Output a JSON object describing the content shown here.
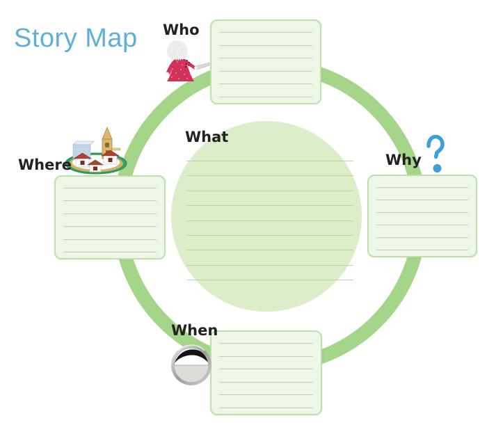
{
  "title": {
    "text": "Story Map",
    "color": "#5fafd8"
  },
  "sections": {
    "who": {
      "label": "Who",
      "lines": 6,
      "icon": "person-icon"
    },
    "what": {
      "label": "What",
      "lines": 9,
      "icon": null
    },
    "where": {
      "label": "Where",
      "lines": 6,
      "icon": "village-icon"
    },
    "why": {
      "label": "Why",
      "lines": 6,
      "icon": "question-mark-icon"
    },
    "when": {
      "label": "When",
      "lines": 6,
      "icon": "day-night-icon"
    }
  },
  "colors": {
    "ring_green": "#a5d588",
    "circle_fill": "#dcedca",
    "box_fill": "#edf6e7",
    "box_border": "#bde1a9",
    "rule_line": "#a6cd89",
    "title_blue": "#5fafd8",
    "question_blue": "#3f9fd8",
    "dress_red": "#d3305c",
    "label_color": "#222222"
  }
}
